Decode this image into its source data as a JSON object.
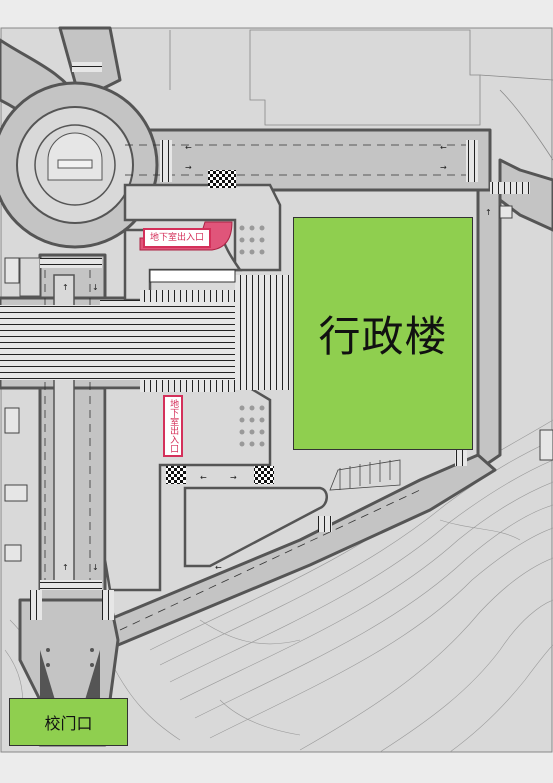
{
  "map": {
    "colors": {
      "background": "#d9d9d9",
      "road": "#c4c4c4",
      "road_edge": "#555555",
      "building": "#8fcf4f",
      "exit_label": "#d4305a",
      "exit_ramp": "#e0557a"
    },
    "labels": {
      "admin_building": "行政楼",
      "school_gate": "校门口",
      "basement_exit_top": "地下室出入口",
      "basement_exit_side": "地下室出入口"
    }
  }
}
